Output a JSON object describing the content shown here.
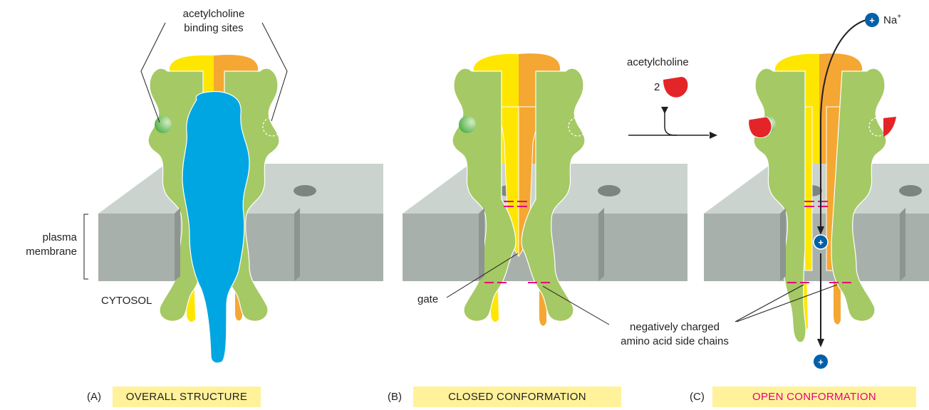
{
  "panels": [
    {
      "letter": "(A)",
      "caption": "OVERALL STRUCTURE",
      "caption_color": "#231f20"
    },
    {
      "letter": "(B)",
      "caption": "CLOSED CONFORMATION",
      "caption_color": "#231f20"
    },
    {
      "letter": "(C)",
      "caption": "OPEN CONFORMATION",
      "caption_color": "#e6007e"
    }
  ],
  "labels": {
    "binding_sites_line1": "acetylcholine",
    "binding_sites_line2": "binding sites",
    "membrane_line1": "plasma",
    "membrane_line2": "membrane",
    "cytosol": "CYTOSOL",
    "gate": "gate",
    "neg_line1": "negatively charged",
    "neg_line2": "amino acid side chains",
    "ligand": "acetylcholine",
    "ligand_count": "2",
    "ion": "Na",
    "ion_charge": "+",
    "ion_symbol": "+"
  },
  "colors": {
    "green_subunit": "#a5c964",
    "yellow_subunit": "#ffe600",
    "orange_subunit": "#f5a733",
    "pore_blue": "#00a6e2",
    "membrane_top": "#cbd3cf",
    "membrane_side": "#a8b0ac",
    "acetylcholine_red": "#e42528",
    "binding_site_green": "#3aa635",
    "ion_blue": "#0060a8",
    "charge_magenta": "#e6007e",
    "caption_highlight": "#fff29a"
  }
}
